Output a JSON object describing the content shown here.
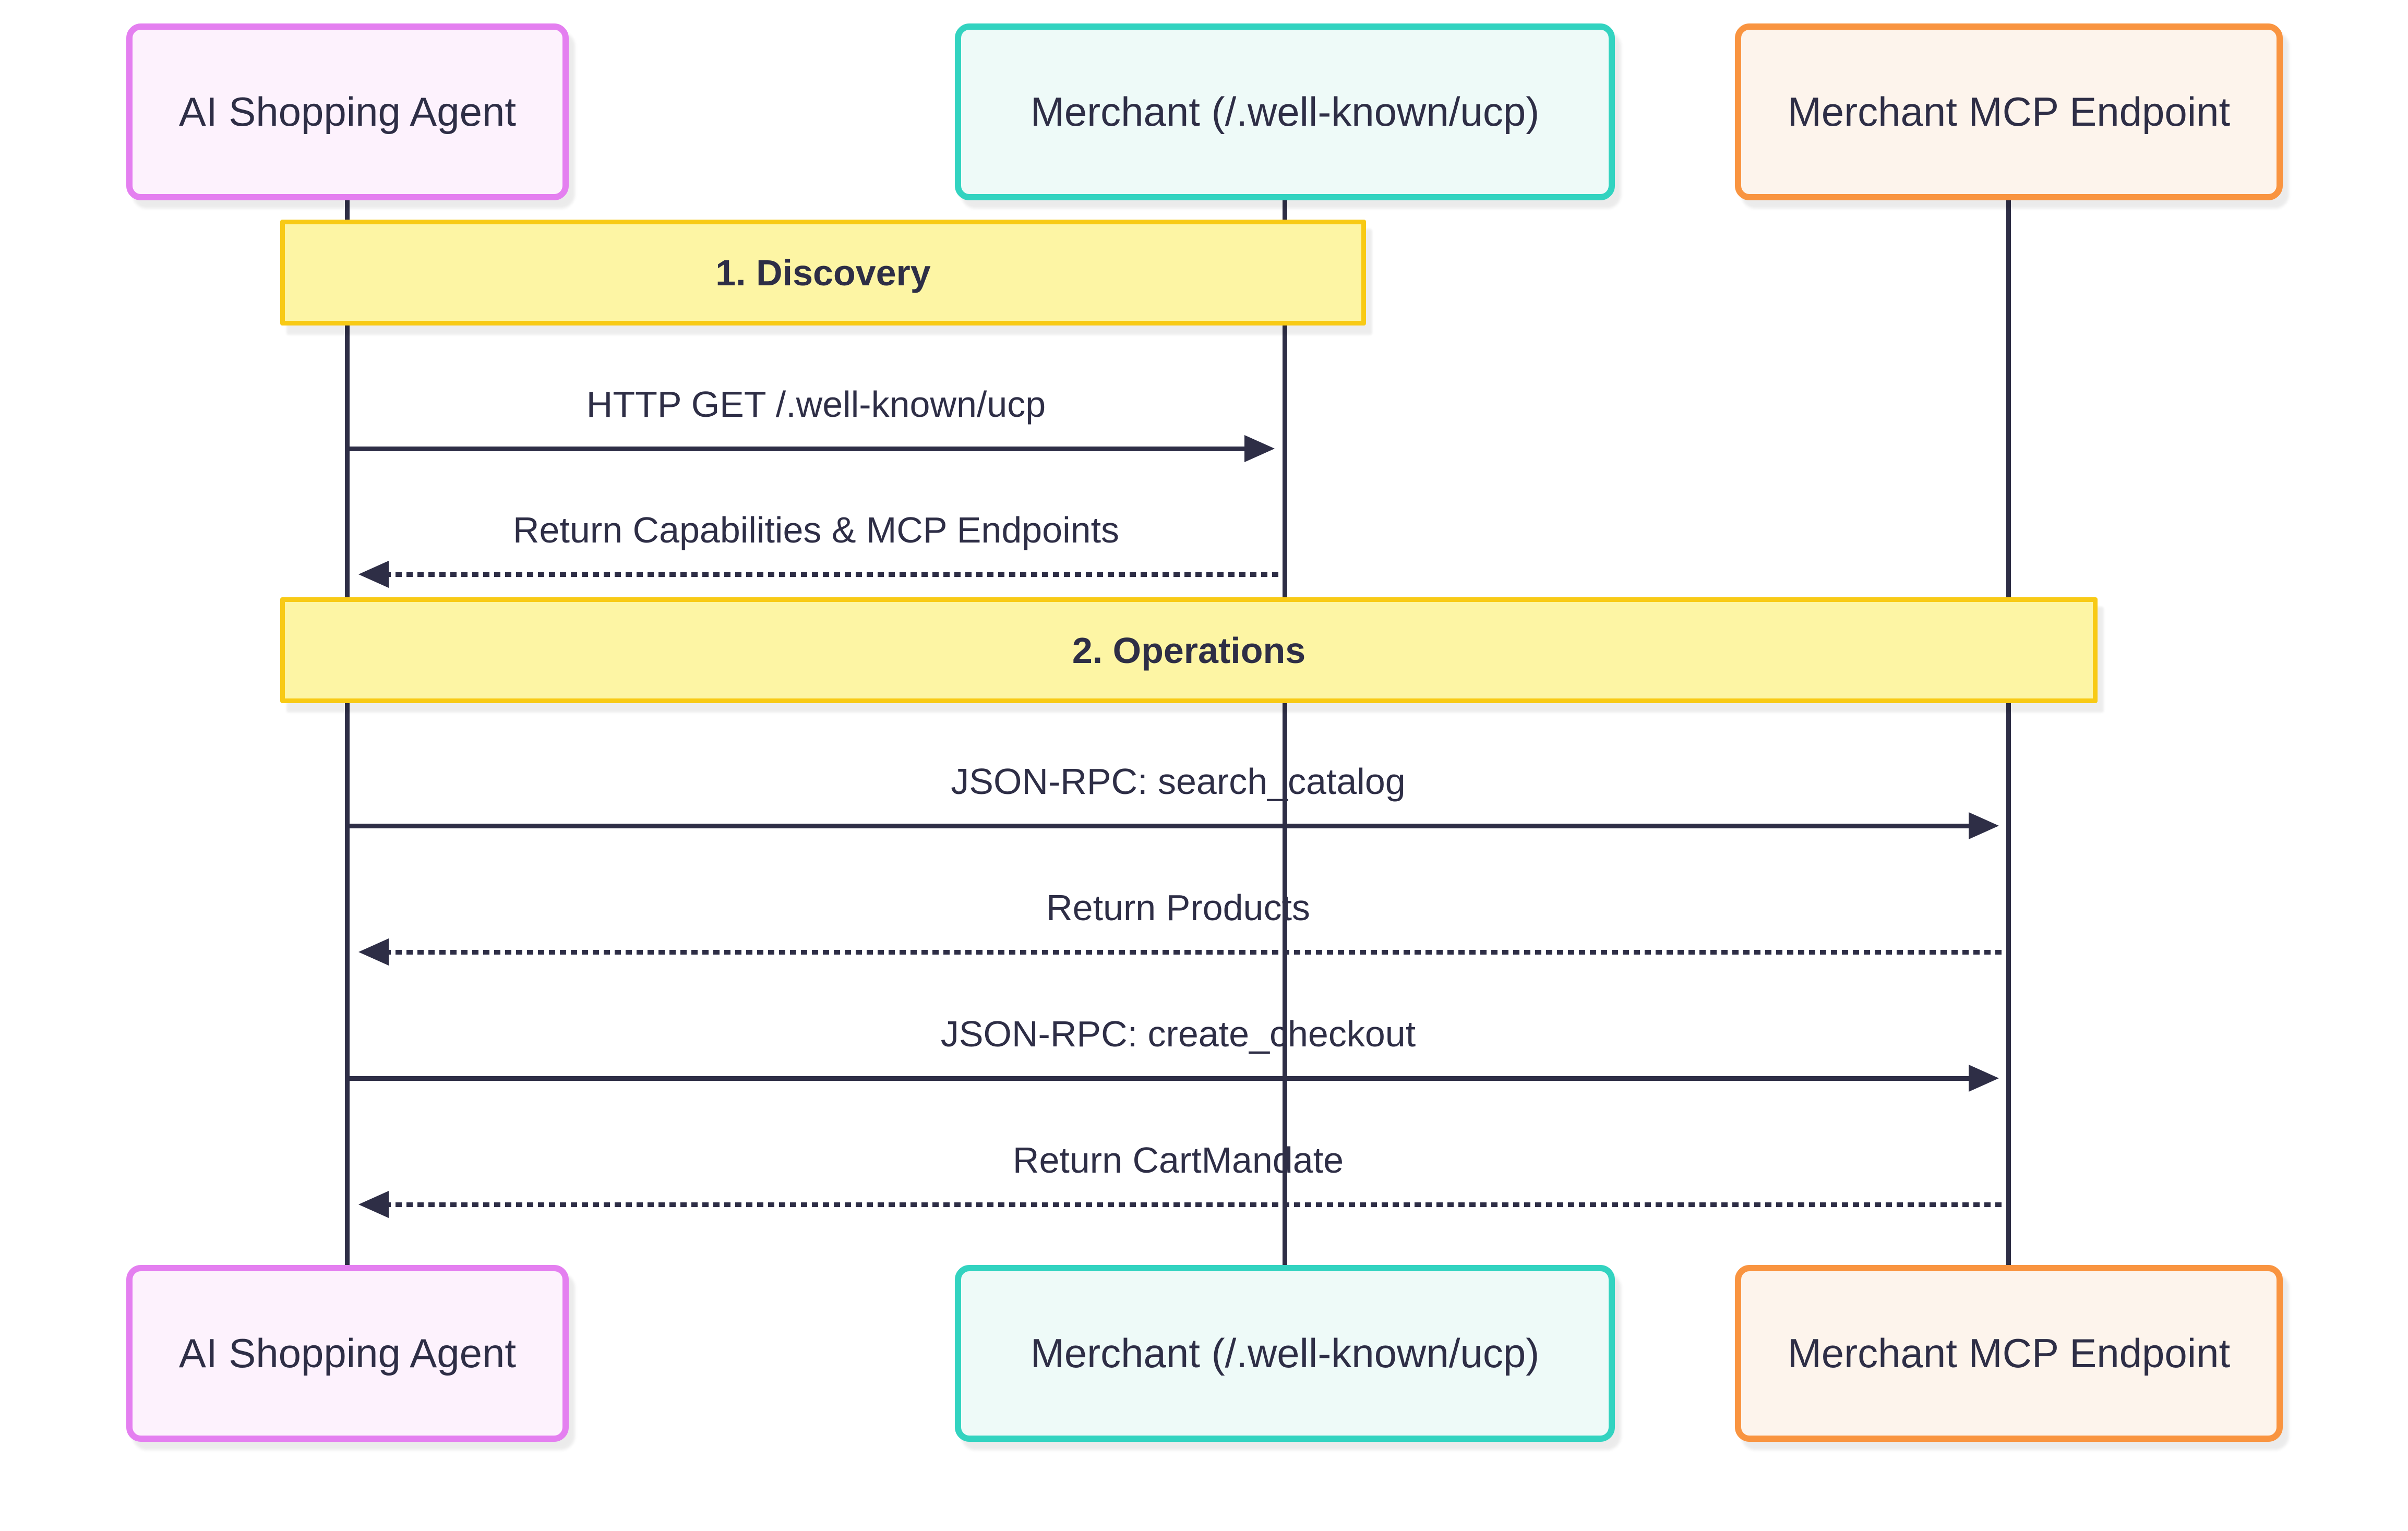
{
  "diagram": {
    "type": "sequence",
    "background_color": "#ffffff",
    "line_color": "#2e2e46",
    "text_color": "#2e2e46"
  },
  "actors": [
    {
      "label": "AI Shopping Agent",
      "border_color": "#e47ff0",
      "fill_color": "#fdf2fd"
    },
    {
      "label": "Merchant (/.well-known/ucp)",
      "border_color": "#32d3c0",
      "fill_color": "#eefaf8"
    },
    {
      "label": "Merchant MCP Endpoint",
      "border_color": "#f99440",
      "fill_color": "#fdf4ec"
    }
  ],
  "sections": [
    {
      "label": "1. Discovery",
      "border_color": "#f8ca15",
      "fill_color": "#fdf5a4"
    },
    {
      "label": "2. Operations",
      "border_color": "#f8ca15",
      "fill_color": "#fdf5a4"
    }
  ],
  "messages": [
    {
      "label": "HTTP GET /.well-known/ucp",
      "from": "AI Shopping Agent",
      "to": "Merchant (/.well-known/ucp)",
      "style": "solid",
      "direction": "right"
    },
    {
      "label": "Return Capabilities & MCP Endpoints",
      "from": "Merchant (/.well-known/ucp)",
      "to": "AI Shopping Agent",
      "style": "dashed",
      "direction": "left"
    },
    {
      "label": "JSON-RPC: search_catalog",
      "from": "AI Shopping Agent",
      "to": "Merchant MCP Endpoint",
      "style": "solid",
      "direction": "right"
    },
    {
      "label": "Return Products",
      "from": "Merchant MCP Endpoint",
      "to": "AI Shopping Agent",
      "style": "dashed",
      "direction": "left"
    },
    {
      "label": "JSON-RPC: create_checkout",
      "from": "AI Shopping Agent",
      "to": "Merchant MCP Endpoint",
      "style": "solid",
      "direction": "right"
    },
    {
      "label": "Return CartMandate",
      "from": "Merchant MCP Endpoint",
      "to": "AI Shopping Agent",
      "style": "dashed",
      "direction": "left"
    }
  ]
}
